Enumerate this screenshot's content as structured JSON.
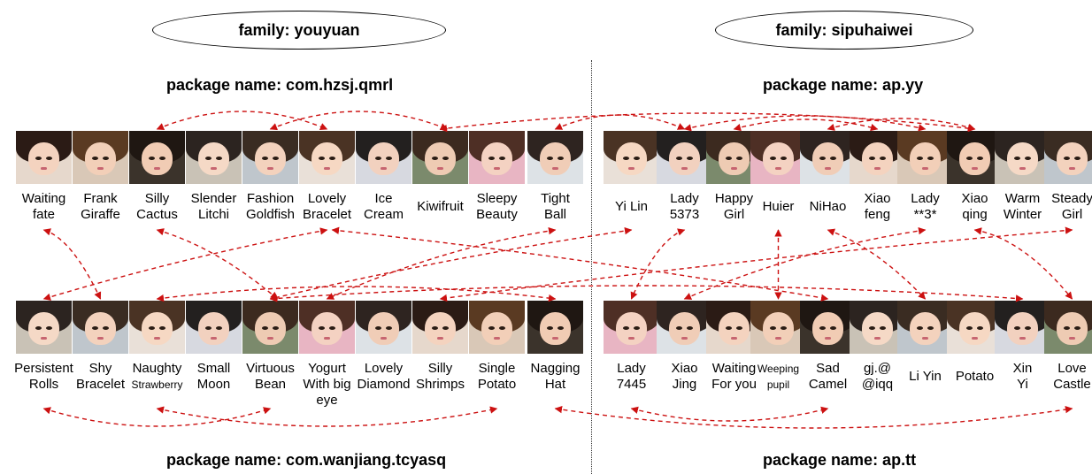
{
  "left": {
    "family": "family: youyuan",
    "package_top": "package name: com.hzsj.qmrl",
    "package_bottom": "package name: com.wanjiang.tcyasq",
    "top_names": [
      [
        "Waiting",
        "fate"
      ],
      [
        "Frank",
        "Giraffe"
      ],
      [
        "Silly",
        "Cactus"
      ],
      [
        "Slender",
        "Litchi"
      ],
      [
        "Fashion",
        "Goldfish"
      ],
      [
        "Lovely",
        "Bracelet"
      ],
      [
        "Ice",
        "Cream"
      ],
      [
        "Kiwifruit"
      ],
      [
        "Sleepy",
        "Beauty"
      ],
      [
        "Tight",
        "Ball"
      ]
    ],
    "bottom_names": [
      [
        "Persistent",
        "Rolls"
      ],
      [
        "Shy",
        "Bracelet"
      ],
      [
        "Naughty",
        "Strawberry"
      ],
      [
        "Small",
        "Moon"
      ],
      [
        "Virtuous",
        "Bean"
      ],
      [
        "Yogurt",
        "With big",
        "eye"
      ],
      [
        "Lovely",
        "Diamond"
      ],
      [
        "Silly",
        "Shrimps"
      ],
      [
        "Single",
        "Potato"
      ],
      [
        "Nagging",
        "Hat"
      ]
    ]
  },
  "right": {
    "family": "family: sipuhaiwei",
    "package_top": "package name: ap.yy",
    "package_bottom": "package name: ap.tt",
    "top_names": [
      [
        "Yi Lin"
      ],
      [
        "Lady",
        "5373"
      ],
      [
        "Happy",
        "Girl"
      ],
      [
        "Huier"
      ],
      [
        "NiHao"
      ],
      [
        "Xiao",
        "feng"
      ],
      [
        "Lady",
        "**3*"
      ],
      [
        "Xiao",
        "qing"
      ],
      [
        "Warm",
        "Winter"
      ],
      [
        "Steady",
        "Girl"
      ]
    ],
    "bottom_names": [
      [
        "Lady",
        "7445"
      ],
      [
        "Xiao",
        "Jing"
      ],
      [
        "Waiting",
        "For you"
      ],
      [
        "Weeping",
        "pupil"
      ],
      [
        "Sad",
        "Camel"
      ],
      [
        "gj.@",
        "@iqq"
      ],
      [
        "Li Yin"
      ],
      [
        "Potato"
      ],
      [
        "Xin",
        "Yi"
      ],
      [
        "Love",
        "Castle"
      ]
    ]
  },
  "colors": {
    "arrow": "#cc1111",
    "divider": "#333333",
    "border": "#000000"
  }
}
